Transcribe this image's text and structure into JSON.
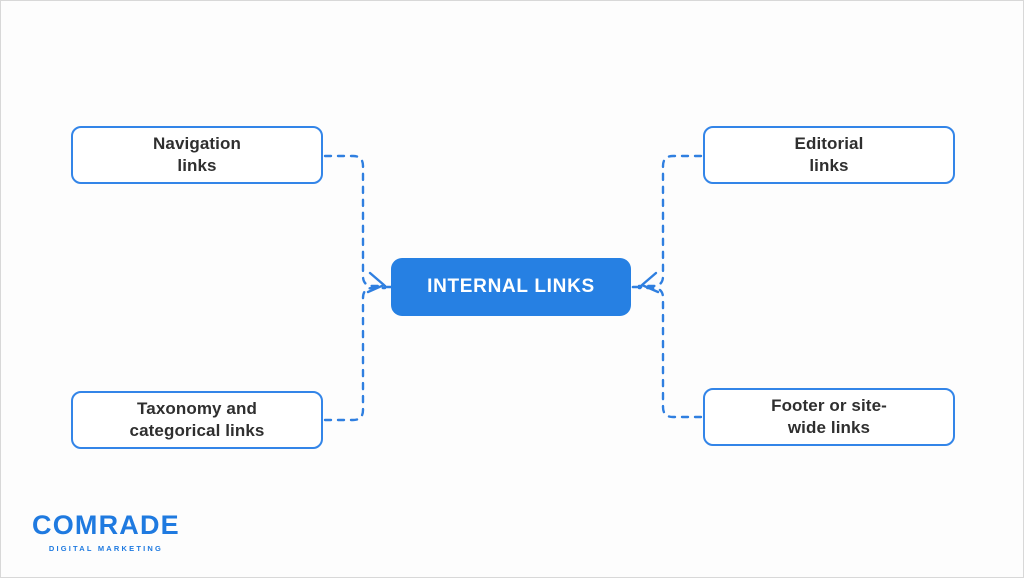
{
  "slide": {
    "background_color": "#fdfdfd",
    "border_color": "#d8d8d8",
    "accent_color": "#2680e3",
    "box_border_color": "#3385e8",
    "text_color": "#2f2f2f"
  },
  "diagram": {
    "type": "mind-map",
    "center": {
      "label": "INTERNAL LINKS",
      "fill_color": "#2680e3",
      "text_color": "#ffffff"
    },
    "branches": [
      {
        "id": "navigation",
        "label": "Navigation\nlinks",
        "position": "top-left"
      },
      {
        "id": "taxonomy",
        "label": "Taxonomy and\ncategorical links",
        "position": "bottom-left"
      },
      {
        "id": "editorial",
        "label": "Editorial\nlinks",
        "position": "top-right"
      },
      {
        "id": "footer",
        "label": "Footer or site-\nwide links",
        "position": "bottom-right"
      }
    ],
    "connector_style": {
      "stroke_color": "#2f7fe0",
      "dashed": true,
      "arrowheads_point_to": "center"
    }
  },
  "logo": {
    "wordmark": "COMRADE",
    "tagline": "DIGITAL MARKETING",
    "color": "#1f7ae0"
  }
}
